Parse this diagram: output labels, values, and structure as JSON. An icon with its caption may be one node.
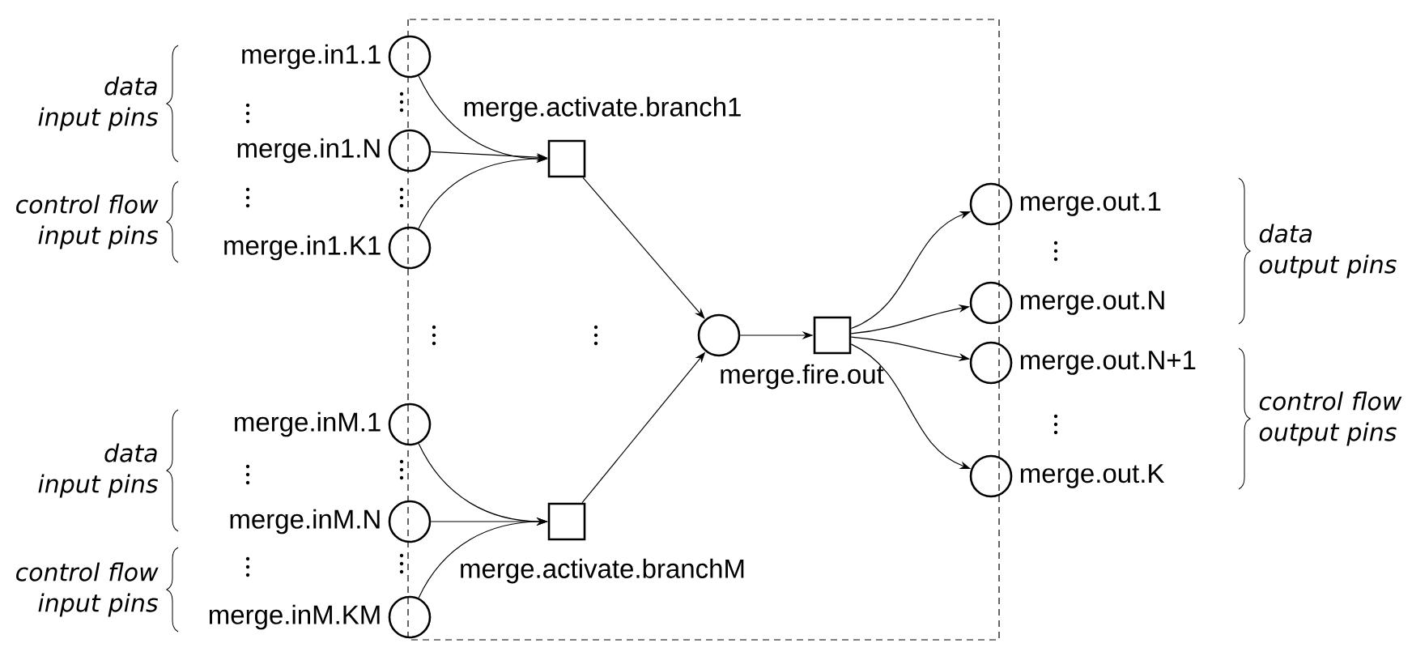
{
  "diagram": {
    "nodes": [
      {
        "text": [],
        "shape": "circle",
        "beside": [
          "merge.in1.1"
        ]
      },
      {
        "text": [],
        "shape": "circle",
        "beside": [
          "merge.in1.N"
        ]
      },
      {
        "text": [],
        "shape": "circle",
        "beside": [
          "merge.in1.K1"
        ]
      },
      {
        "text": [],
        "shape": "box",
        "beside": [
          "merge.activate.branch1"
        ]
      },
      {
        "text": [],
        "shape": "circle",
        "beside": [
          "merge.inM.1"
        ]
      },
      {
        "text": [],
        "shape": "circle",
        "beside": [
          "merge.inM.N"
        ]
      },
      {
        "text": [],
        "shape": "circle",
        "beside": [
          "merge.inM.KM"
        ]
      },
      {
        "text": [],
        "shape": "box",
        "beside": [
          "merge.activate.branchM"
        ]
      },
      {
        "text": [],
        "shape": "circle"
      },
      {
        "text": [],
        "shape": "box",
        "beside": [
          "merge.fire.out"
        ]
      },
      {
        "text": [],
        "shape": "circle",
        "beside": [
          "merge.out.1"
        ]
      },
      {
        "text": [],
        "shape": "circle",
        "beside": [
          "merge.out.N"
        ]
      },
      {
        "text": [],
        "shape": "circle",
        "beside": [
          "merge.out.N+1"
        ]
      },
      {
        "text": [],
        "shape": "circle",
        "beside": [
          "merge.out.K"
        ]
      }
    ],
    "edges": [
      {
        "from": 0,
        "to": 3,
        "arrow": "to"
      },
      {
        "from": 1,
        "to": 3,
        "arrow": "to"
      },
      {
        "from": 2,
        "to": 3,
        "arrow": "to"
      },
      {
        "from": 4,
        "to": 7,
        "arrow": "to"
      },
      {
        "from": 5,
        "to": 7,
        "arrow": "to"
      },
      {
        "from": 6,
        "to": 7,
        "arrow": "to"
      },
      {
        "from": 3,
        "to": 8,
        "arrow": "to"
      },
      {
        "from": 7,
        "to": 8,
        "arrow": "to"
      },
      {
        "from": 8,
        "to": 9,
        "arrow": "to"
      },
      {
        "from": 9,
        "to": 10,
        "arrow": "to"
      },
      {
        "from": 9,
        "to": 11,
        "arrow": "to"
      },
      {
        "from": 9,
        "to": 12,
        "arrow": "to"
      },
      {
        "from": 9,
        "to": 13,
        "arrow": "to"
      }
    ],
    "labels": [
      "data input pins",
      "control flow input pins",
      "data input pins",
      "control flow input pins",
      "data output pins",
      "control flow output pins"
    ]
  }
}
